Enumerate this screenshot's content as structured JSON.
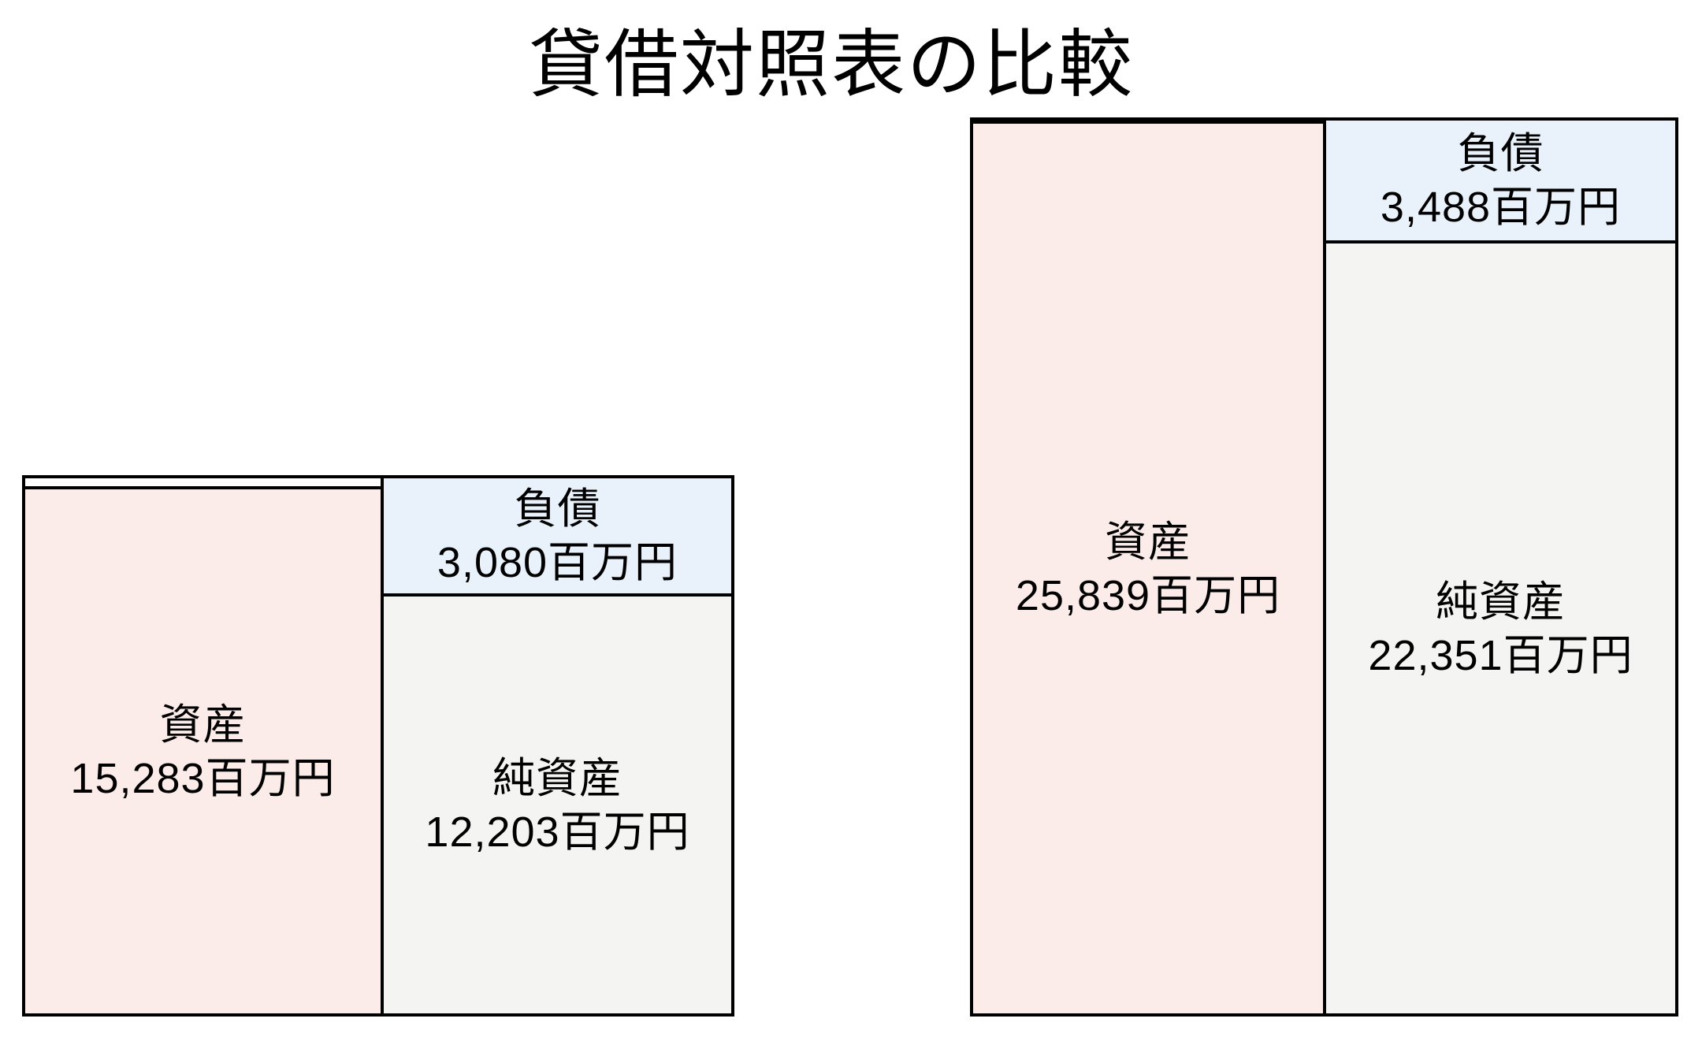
{
  "title": "貸借対照表の比較",
  "unit": "百万円",
  "charts": {
    "left": {
      "assets_label": "資産",
      "assets_value": "15,283百万円",
      "liabilities_label": "負債",
      "liabilities_value": "3,080百万円",
      "net_assets_label": "純資産",
      "net_assets_value": "12,203百万円"
    },
    "right": {
      "assets_label": "資産",
      "assets_value": "25,839百万円",
      "liabilities_label": "負債",
      "liabilities_value": "3,488百万円",
      "net_assets_label": "純資産",
      "net_assets_value": "22,351百万円"
    }
  },
  "colors": {
    "assets_fill": "#fcece9",
    "liabilities_fill": "#e9f2fb",
    "net_fill": "#f4f4f3",
    "border": "#000000"
  },
  "chart_data": {
    "type": "bar",
    "title": "貸借対照表の比較",
    "unit": "百万円",
    "layout": "two side-by-side stacked balance-sheet boxes; left column = assets, right column = liabilities over net assets; heights proportional to totals (left total 15283, right total 25839)",
    "series": [
      {
        "name": "資産",
        "values": [
          15283,
          25839
        ]
      },
      {
        "name": "負債",
        "values": [
          3080,
          3488
        ]
      },
      {
        "name": "純資産",
        "values": [
          12203,
          22351
        ]
      }
    ]
  }
}
